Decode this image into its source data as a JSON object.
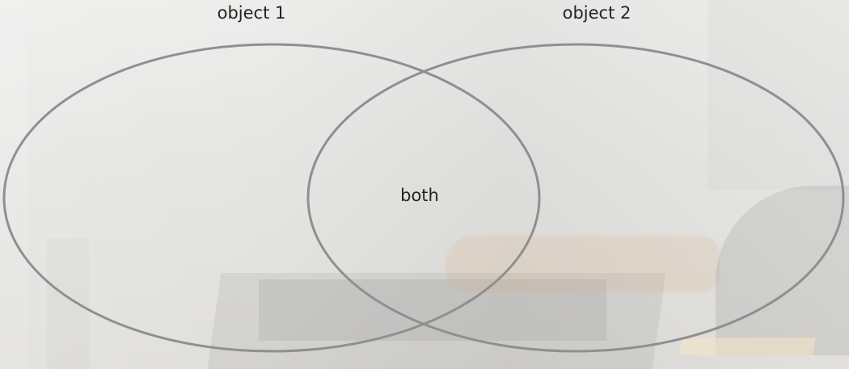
{
  "diagram": {
    "labels": {
      "set_a": "object 1",
      "set_b": "object 2",
      "intersection": "both"
    },
    "colors": {
      "circle_stroke": "#8f8f8f",
      "text": "#242424",
      "background": "#e9e9e7"
    }
  }
}
